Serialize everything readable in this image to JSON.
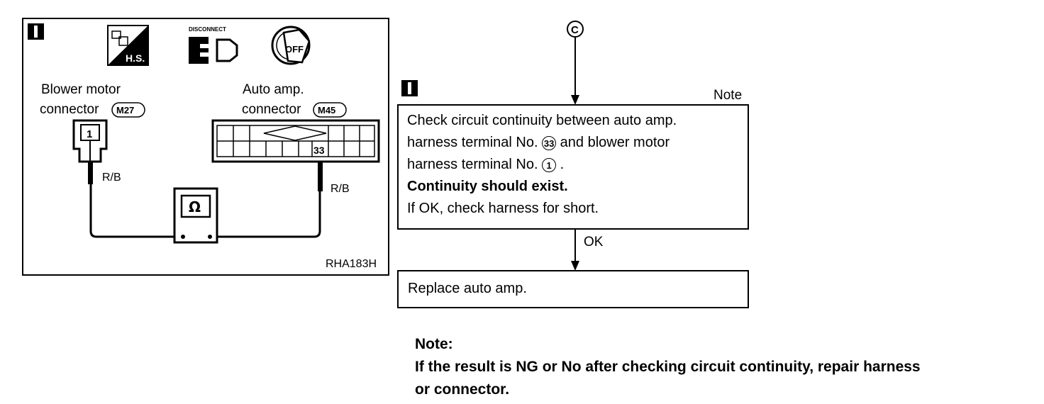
{
  "left_panel": {
    "icon_labels": {
      "hs": "H.S.",
      "disconnect": "DISCONNECT",
      "off": "OFF"
    },
    "blower_label": [
      "Blower motor",
      "connector"
    ],
    "blower_code": "M27",
    "auto_amp_label": [
      "Auto amp.",
      "connector"
    ],
    "auto_amp_code": "M45",
    "blower_terminal": "1",
    "auto_amp_terminal": "33",
    "wire_left": "R/B",
    "wire_right": "R/B",
    "meter_symbol": "Ω",
    "figure_code": "RHA183H",
    "step_marker_icon": "step-marker-icon"
  },
  "flowchart": {
    "connector_symbol": "C",
    "note_label": "Note",
    "check_box": {
      "line1": "Check circuit continuity between auto amp.",
      "line2_a": "harness terminal No.",
      "line2_circle": "33",
      "line2_b": "and blower motor",
      "line3_a": "harness terminal No.",
      "line3_circle": "1",
      "line3_b": ".",
      "line4": "Continuity should exist.",
      "line5": "If OK, check harness for short."
    },
    "ok_label": "OK",
    "replace_box": "Replace auto amp."
  },
  "note": {
    "title": "Note:",
    "line1": "If the result is NG or No after checking circuit continuity, repair harness",
    "line2": "or connector."
  }
}
